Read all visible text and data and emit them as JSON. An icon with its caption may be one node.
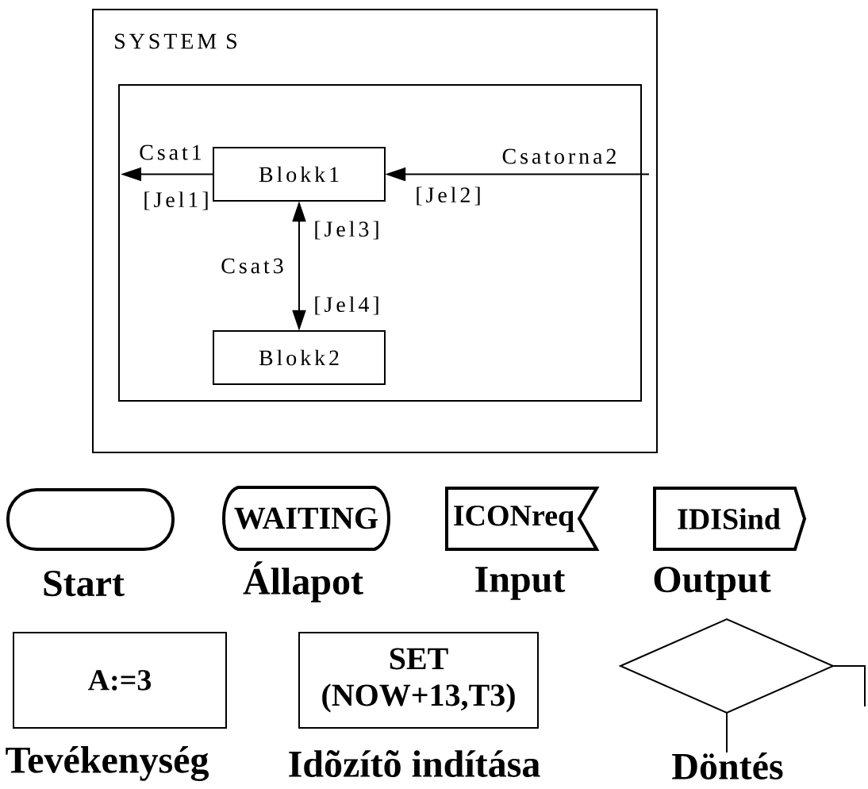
{
  "diagram": {
    "nodes": [
      {
        "text": [
          "SYSTEM S"
        ]
      },
      {
        "text": [],
        "shape": "box",
        "in": 0
      },
      {
        "text": [
          "Blokk1"
        ],
        "in": 1
      },
      {
        "text": [
          "Blokk2"
        ],
        "in": 1
      },
      {
        "text": [],
        "shape": "stadium",
        "beside": [
          "Start"
        ]
      },
      {
        "text": [
          "WAITING"
        ],
        "beside": [
          "Állapot"
        ]
      },
      {
        "text": [
          "ICONreq"
        ],
        "beside": [
          "Input"
        ]
      },
      {
        "text": [
          "IDISind"
        ],
        "beside": [
          "Output"
        ]
      },
      {
        "text": [
          "A:=3"
        ],
        "beside": [
          "Tevékenység"
        ]
      },
      {
        "text": [
          "SET (NOW+13,T3)"
        ],
        "beside": [
          "Idõzítõ indítása"
        ]
      },
      {
        "text": [],
        "shape": "diamond",
        "beside": [
          "Döntés"
        ]
      }
    ],
    "edges": [
      {
        "from": 2,
        "to": null,
        "arrow": "to",
        "label": "Csat1"
      },
      {
        "from": null,
        "to": 2,
        "arrow": "to",
        "label": "Csatorna2"
      },
      {
        "from": 2,
        "to": 3,
        "arrow": "both",
        "label": "Csat3"
      }
    ],
    "labels": [
      "[Jel1]",
      "[Jel2]",
      "[Jel3]",
      "[Jel4]"
    ]
  }
}
